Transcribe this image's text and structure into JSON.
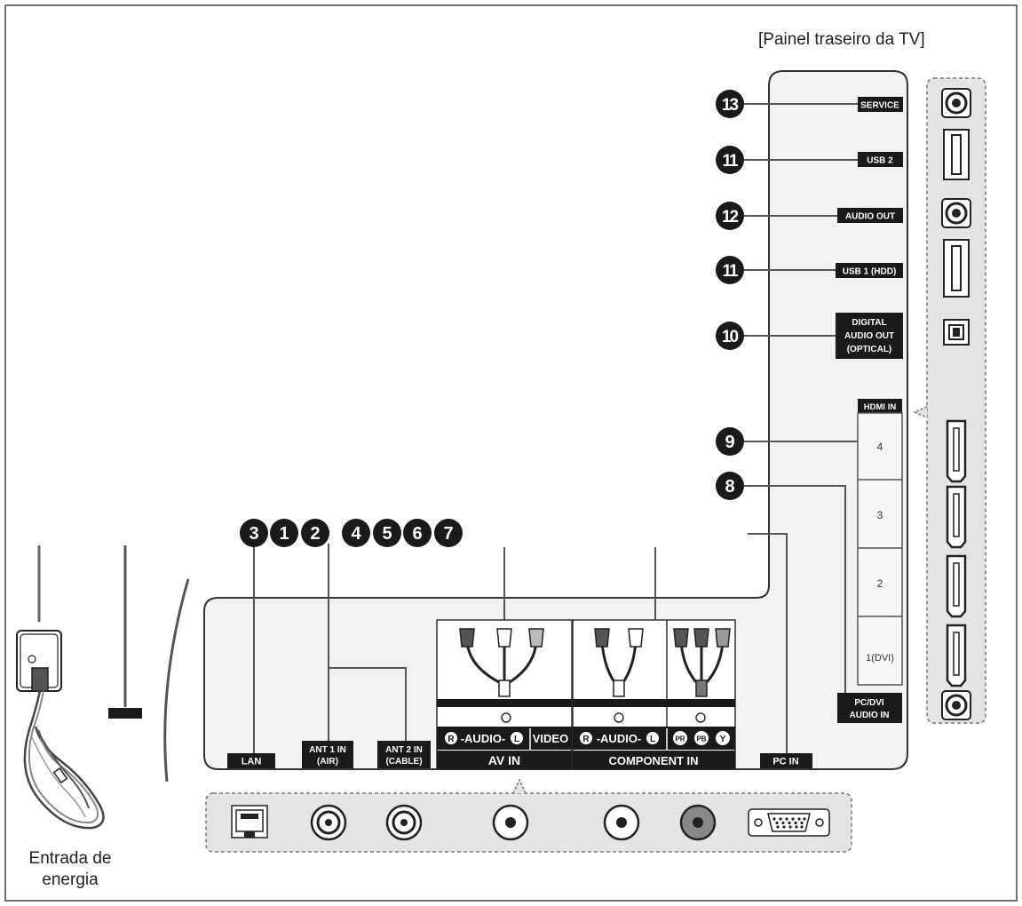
{
  "title": "[Painel traseiro da TV]",
  "power_label": [
    "Entrada de",
    "energia"
  ],
  "callouts": {
    "service": "13",
    "usb2": "11",
    "audio_out": "12",
    "usb1": "11",
    "optical": "10",
    "hdmi4": "9",
    "pc_dvi_audio": "8",
    "lan": "3",
    "ant1": "1",
    "ant2_a": "2",
    "ant2_b": "4",
    "av": "5",
    "comp": "6",
    "pc": "7"
  },
  "side_labels": {
    "service": "SERVICE",
    "usb2": "USB 2",
    "audio_out": "AUDIO OUT",
    "usb1": "USB 1 (HDD)",
    "optical": [
      "DIGITAL",
      "AUDIO OUT",
      "(OPTICAL)"
    ],
    "hdmi_title": "HDMI IN",
    "hdmi_ports": [
      "4",
      "3",
      "2",
      "1(DVI)"
    ],
    "pc_dvi_audio": [
      "PC/DVI",
      "AUDIO IN"
    ]
  },
  "bottom_labels": {
    "lan": "LAN",
    "ant1": [
      "ANT 1 IN",
      "(AIR)"
    ],
    "ant2": [
      "ANT 2 IN",
      "(CABLE)"
    ],
    "av_audio": "-AUDIO-",
    "av_video": "VIDEO",
    "av_in": "AV IN",
    "comp_audio": "-AUDIO-",
    "component_in": "COMPONENT IN",
    "pc_in": "PC IN",
    "r": "R",
    "l": "L",
    "pr": "PR",
    "pb": "PB",
    "y": "Y"
  }
}
